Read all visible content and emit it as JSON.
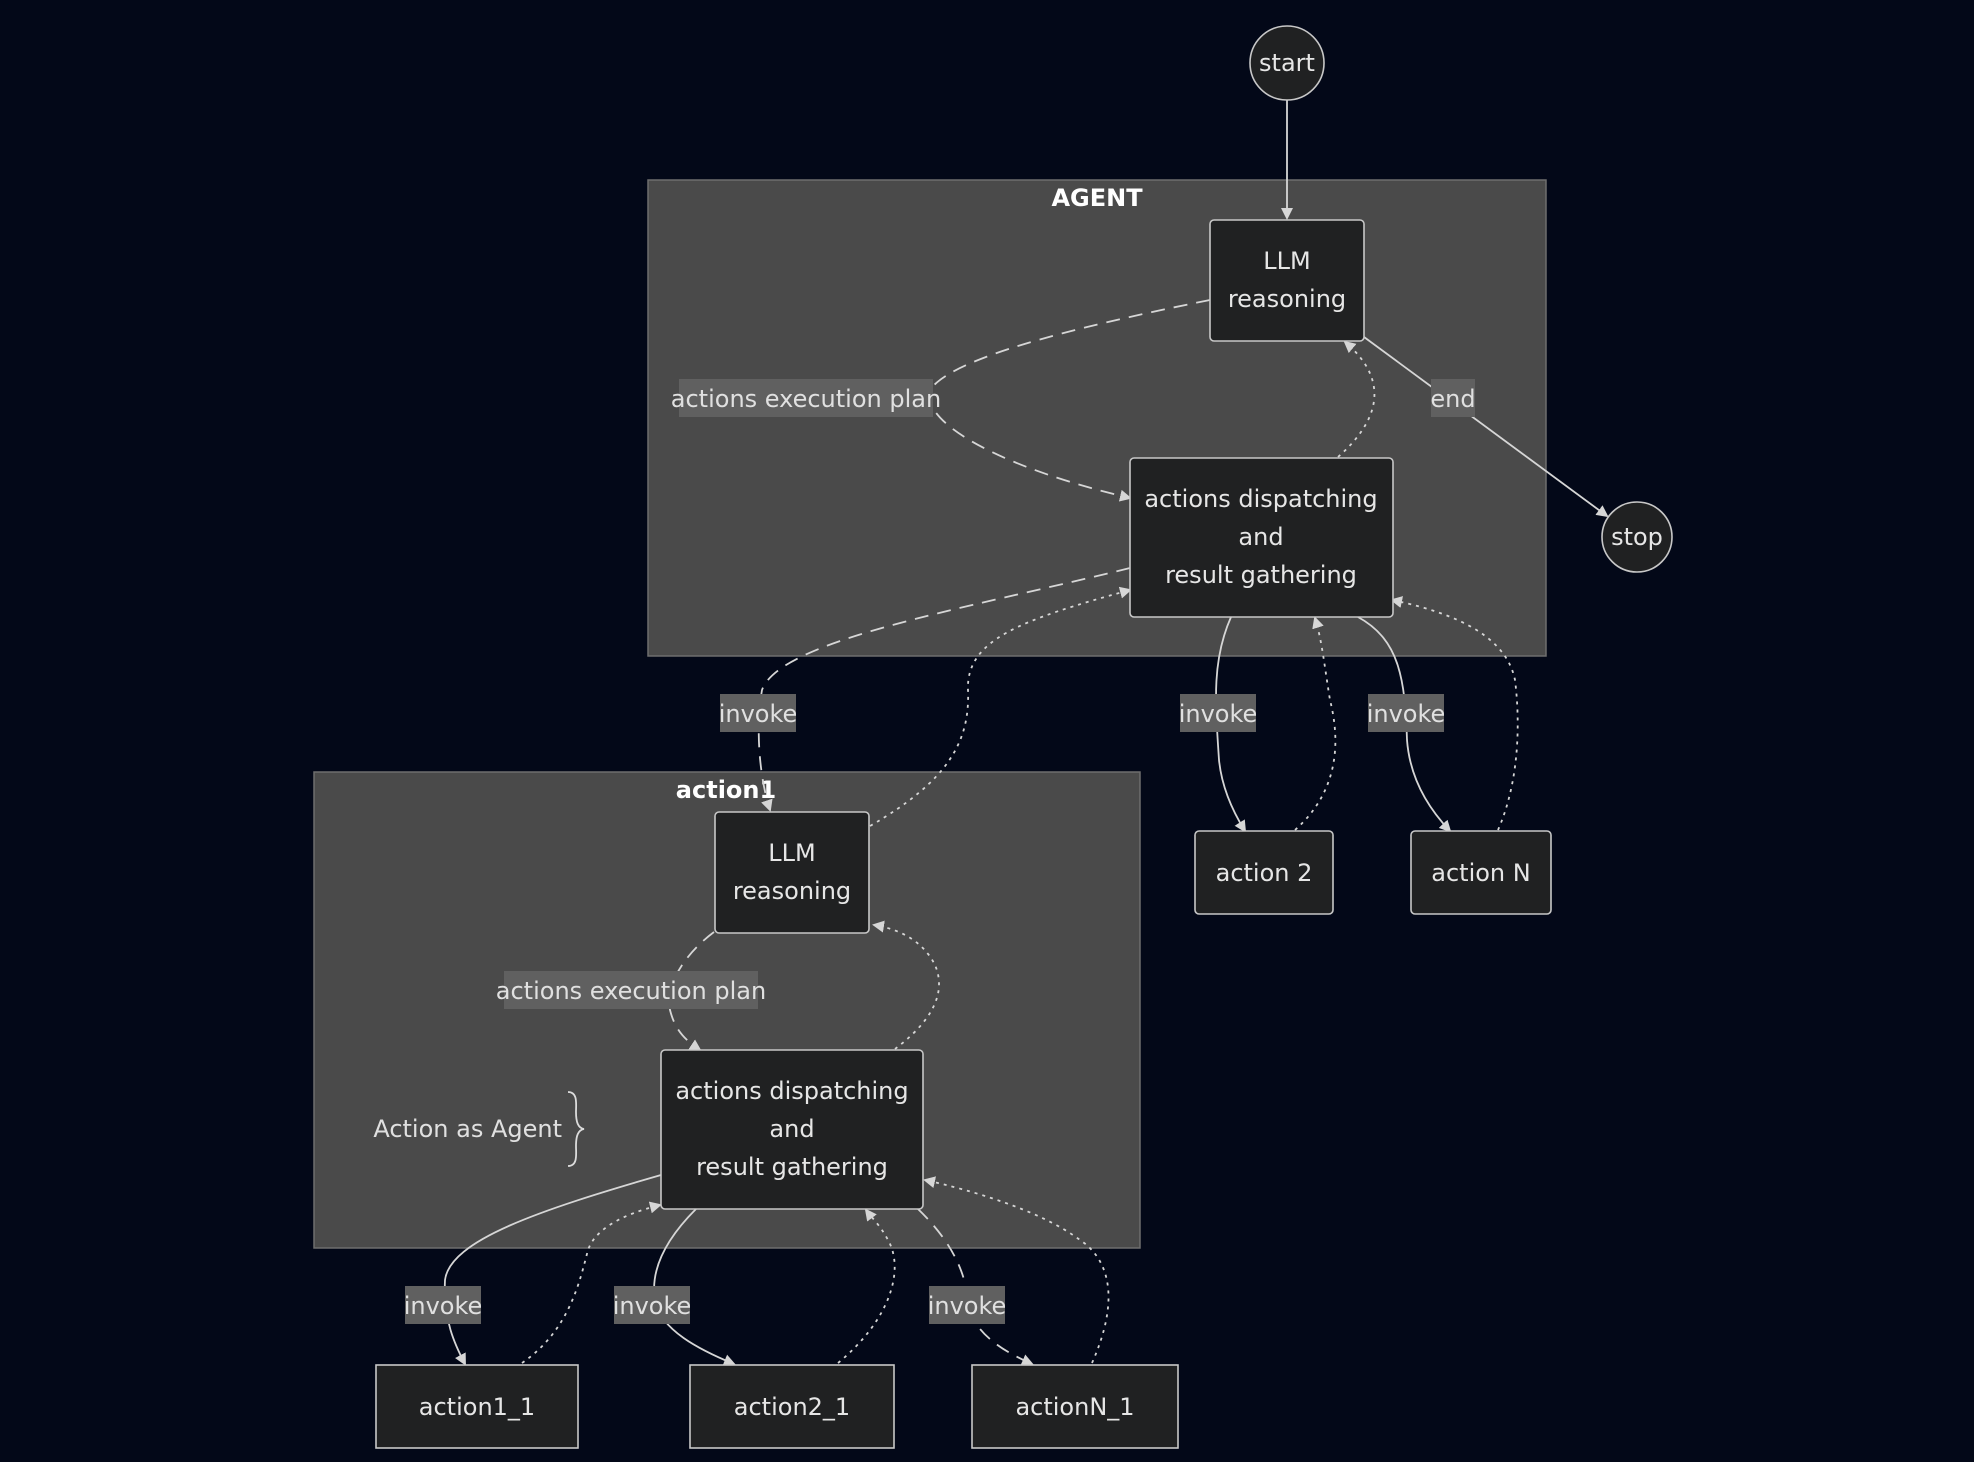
{
  "colors": {
    "background": "#030818",
    "cluster_fill": "#4a4a4a",
    "node_fill": "#202122",
    "stroke": "#d6d6d6",
    "label_bg": "#606060"
  },
  "clusters": {
    "agent": {
      "title": "AGENT"
    },
    "action1": {
      "title": "action1"
    }
  },
  "nodes": {
    "start": "start",
    "stop": "stop",
    "agent_llm": [
      "LLM",
      "reasoning"
    ],
    "agent_dispatch": [
      "actions dispatching",
      "and",
      "result gathering"
    ],
    "action2": "action 2",
    "actionN": "action N",
    "a1_llm": [
      "LLM",
      "reasoning"
    ],
    "a1_dispatch": [
      "actions dispatching",
      "and",
      "result gathering"
    ],
    "action1_1": "action1_1",
    "action2_1": "action2_1",
    "actionN_1": "actionN_1"
  },
  "edge_labels": {
    "agent_plan": "actions execution plan",
    "end": "end",
    "invoke_action1": "invoke",
    "invoke_action2": "invoke",
    "invoke_actionN": "invoke",
    "a1_plan": "actions execution plan",
    "invoke_action1_1": "invoke",
    "invoke_action2_1": "invoke",
    "invoke_actionN_1": "invoke"
  },
  "note": "Action as Agent"
}
